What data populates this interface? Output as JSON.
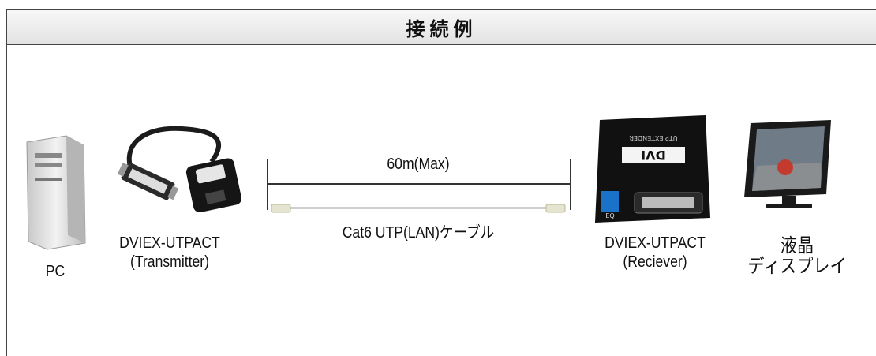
{
  "header": {
    "title": "接続例"
  },
  "devices": {
    "pc": {
      "label": "PC"
    },
    "transmitter": {
      "model": "DVIEX-UTPACT",
      "role": "(Transmitter)"
    },
    "receiver": {
      "model": "DVIEX-UTPACT",
      "role": "(Reciever)",
      "badge_text": "DVI",
      "sub_text": "UTP EXTENDER",
      "eq_text": "EQ"
    },
    "display": {
      "line1": "液晶",
      "line2": "ディスプレイ"
    }
  },
  "cable": {
    "distance": "60m(Max)",
    "type": "Cat6 UTP(LAN)ケーブル"
  },
  "colors": {
    "header_bg": "#e8e8e8",
    "line": "#333333",
    "device_black": "#111111",
    "pc_body": "#dcdcdc"
  }
}
